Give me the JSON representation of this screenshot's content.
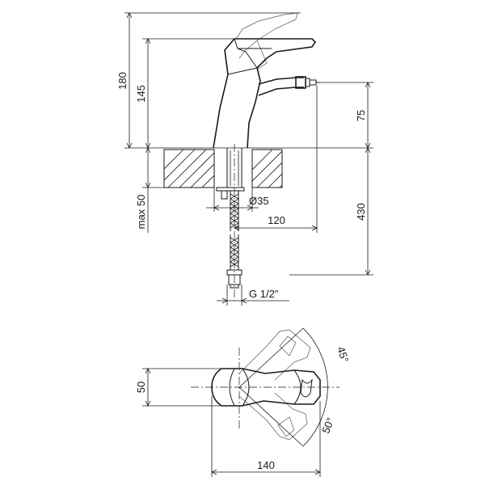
{
  "dimensions": {
    "total_height": "180",
    "spout_height": "145",
    "outlet_height": "75",
    "max_thickness": "max 50",
    "hole_diameter": "Ø35",
    "reach_mount": "120",
    "hose_length": "430",
    "connection": "G 1/2\"",
    "top_depth": "50",
    "top_length": "140",
    "rotation_up": "45°",
    "rotation_down": "50°"
  }
}
